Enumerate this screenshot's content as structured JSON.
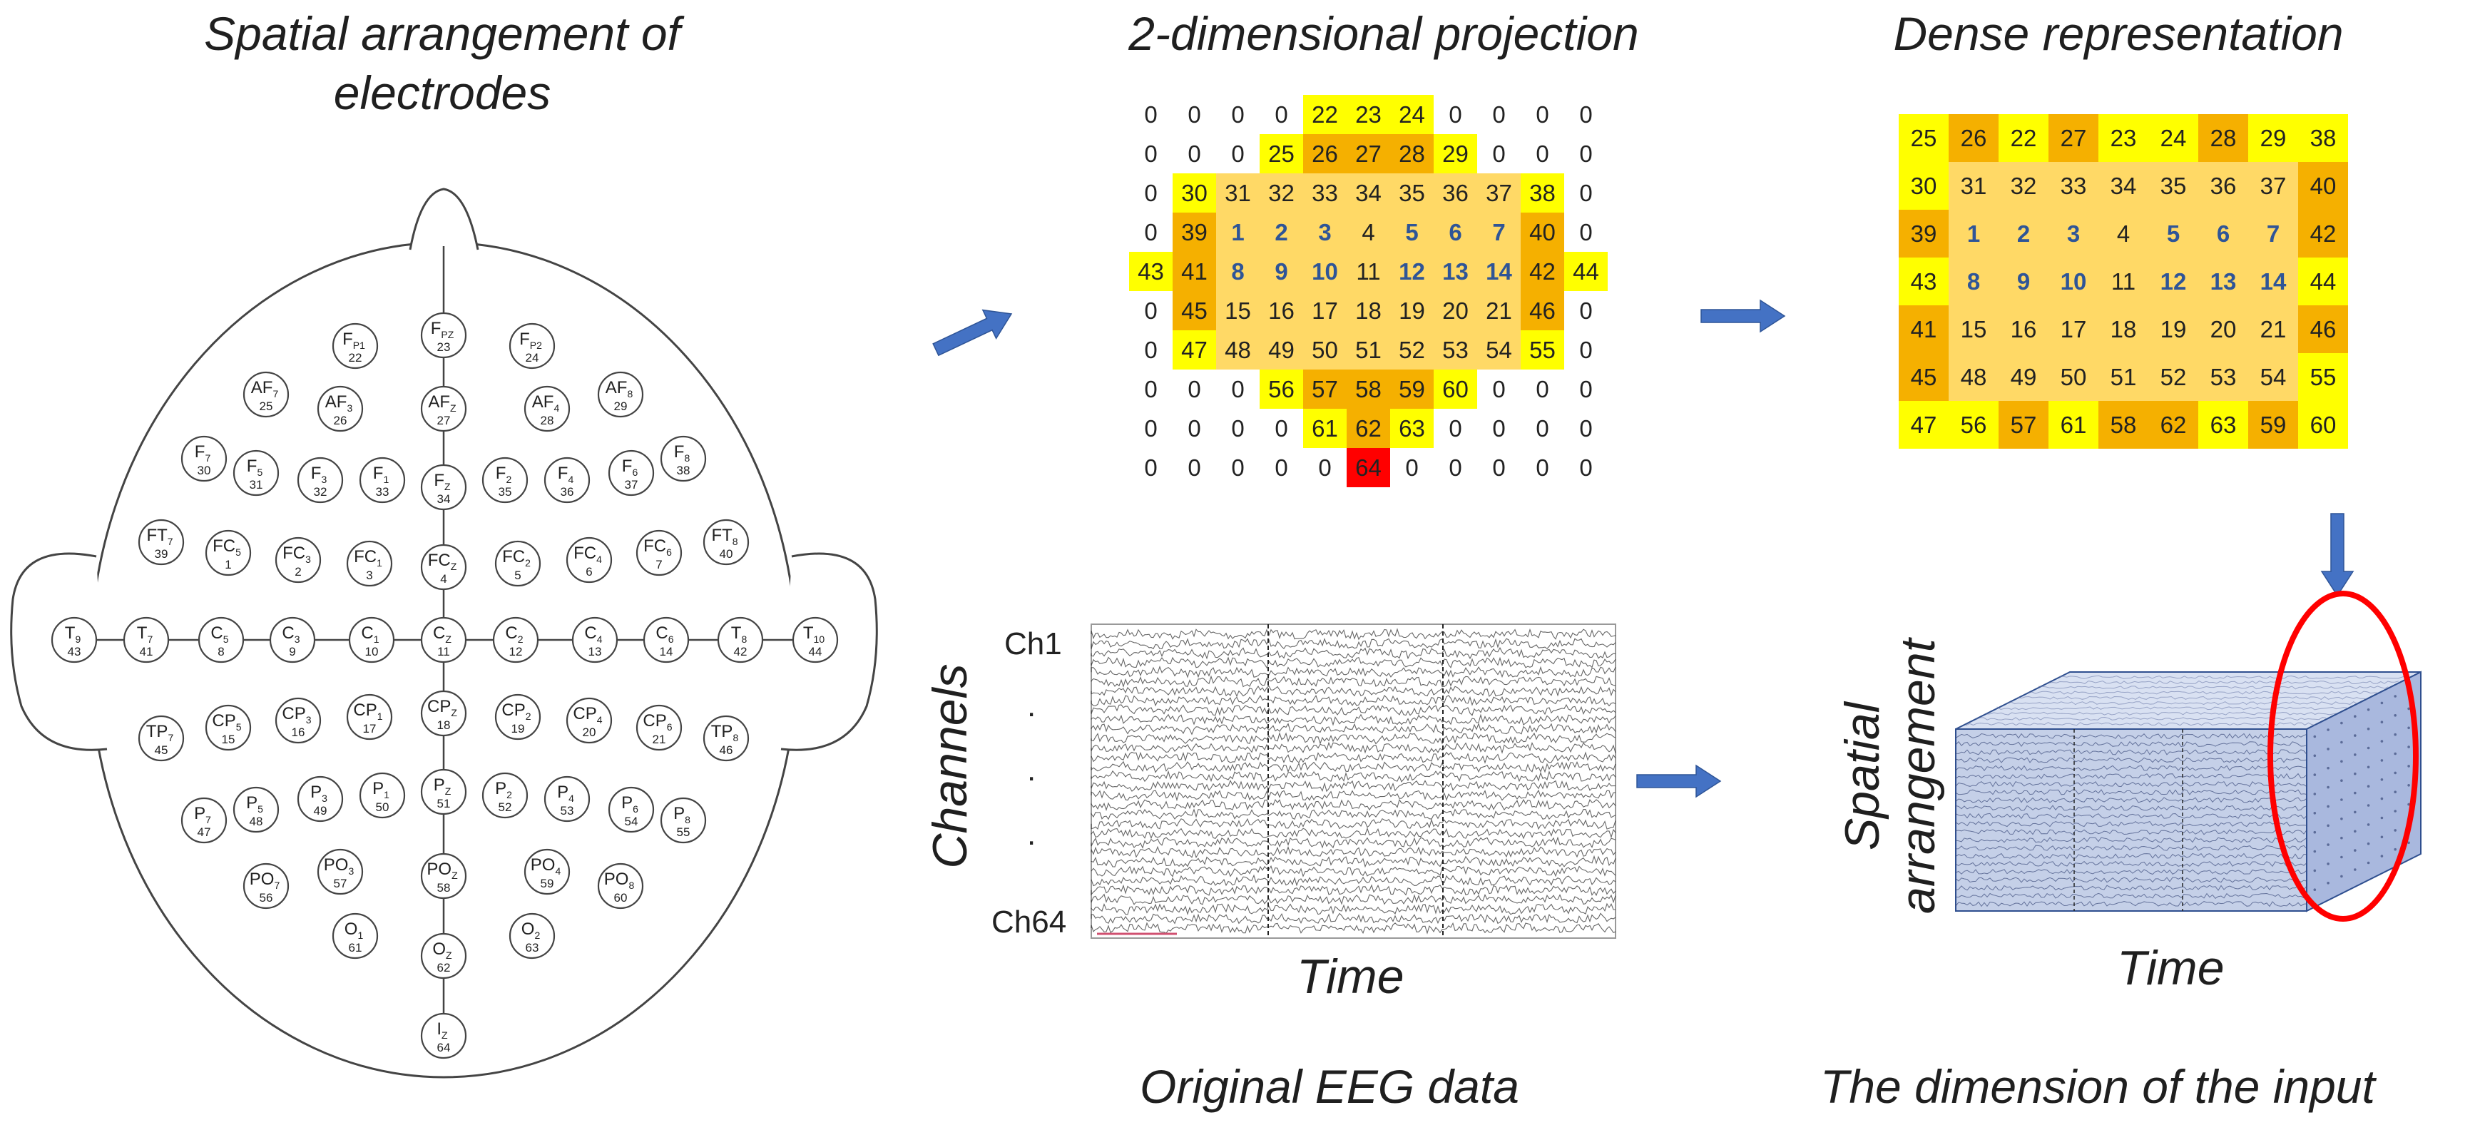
{
  "titles": {
    "spatial": "Spatial arrangement of\nelectrodes",
    "projection": "2-dimensional projection",
    "dense": "Dense representation",
    "original": "Original EEG data",
    "dimension": "The dimension of the input"
  },
  "axis": {
    "channels": "Channels",
    "time_eeg": "Time",
    "time_cube": "Time",
    "spatial_arrangement": "Spatial\narrangement",
    "ch_first": "Ch1",
    "ch_last": "Ch64",
    "dot": "."
  },
  "colors": {
    "yellow": "#ffff00",
    "light_orange": "#ffd966",
    "orange": "#f4b183",
    "dark_orange": "#f5b000",
    "red": "#ff0000",
    "arrow": "#4472c4",
    "ellipse": "#ff0000"
  },
  "projection_grid": {
    "rows": [
      [
        "0",
        "0",
        "0",
        "0",
        "22",
        "23",
        "24",
        "0",
        "0",
        "0",
        "0"
      ],
      [
        "0",
        "0",
        "0",
        "25",
        "26",
        "27",
        "28",
        "29",
        "0",
        "0",
        "0"
      ],
      [
        "0",
        "30",
        "31",
        "32",
        "33",
        "34",
        "35",
        "36",
        "37",
        "38",
        "0"
      ],
      [
        "0",
        "39",
        "1",
        "2",
        "3",
        "4",
        "5",
        "6",
        "7",
        "40",
        "0"
      ],
      [
        "43",
        "41",
        "8",
        "9",
        "10",
        "11",
        "12",
        "13",
        "14",
        "42",
        "44"
      ],
      [
        "0",
        "45",
        "15",
        "16",
        "17",
        "18",
        "19",
        "20",
        "21",
        "46",
        "0"
      ],
      [
        "0",
        "47",
        "48",
        "49",
        "50",
        "51",
        "52",
        "53",
        "54",
        "55",
        "0"
      ],
      [
        "0",
        "0",
        "0",
        "56",
        "57",
        "58",
        "59",
        "60",
        "0",
        "0",
        "0"
      ],
      [
        "0",
        "0",
        "0",
        "0",
        "61",
        "62",
        "63",
        "0",
        "0",
        "0",
        "0"
      ],
      [
        "0",
        "0",
        "0",
        "0",
        "0",
        "64",
        "0",
        "0",
        "0",
        "0",
        "0"
      ]
    ],
    "fills": [
      [
        "w",
        "w",
        "w",
        "w",
        "y",
        "y",
        "y",
        "w",
        "w",
        "w",
        "w"
      ],
      [
        "w",
        "w",
        "w",
        "y",
        "o",
        "o",
        "o",
        "y",
        "w",
        "w",
        "w"
      ],
      [
        "w",
        "y",
        "l",
        "l",
        "l",
        "l",
        "l",
        "l",
        "l",
        "y",
        "w"
      ],
      [
        "w",
        "o",
        "l",
        "l",
        "l",
        "l",
        "l",
        "l",
        "l",
        "o",
        "w"
      ],
      [
        "y",
        "o",
        "l",
        "l",
        "l",
        "l",
        "l",
        "l",
        "l",
        "o",
        "y"
      ],
      [
        "w",
        "o",
        "l",
        "l",
        "l",
        "l",
        "l",
        "l",
        "l",
        "o",
        "w"
      ],
      [
        "w",
        "y",
        "l",
        "l",
        "l",
        "l",
        "l",
        "l",
        "l",
        "y",
        "w"
      ],
      [
        "w",
        "w",
        "w",
        "y",
        "o",
        "o",
        "o",
        "y",
        "w",
        "w",
        "w"
      ],
      [
        "w",
        "w",
        "w",
        "w",
        "y",
        "o",
        "y",
        "w",
        "w",
        "w",
        "w"
      ],
      [
        "w",
        "w",
        "w",
        "w",
        "w",
        "r",
        "w",
        "w",
        "w",
        "w",
        "w"
      ]
    ]
  },
  "dense_grid": {
    "rows": [
      [
        "25",
        "26",
        "22",
        "27",
        "23",
        "24",
        "28",
        "29",
        "38"
      ],
      [
        "30",
        "31",
        "32",
        "33",
        "34",
        "35",
        "36",
        "37",
        "40"
      ],
      [
        "39",
        "1",
        "2",
        "3",
        "4",
        "5",
        "6",
        "7",
        "42"
      ],
      [
        "43",
        "8",
        "9",
        "10",
        "11",
        "12",
        "13",
        "14",
        "44"
      ],
      [
        "41",
        "15",
        "16",
        "17",
        "18",
        "19",
        "20",
        "21",
        "46"
      ],
      [
        "45",
        "48",
        "49",
        "50",
        "51",
        "52",
        "53",
        "54",
        "55"
      ],
      [
        "47",
        "56",
        "57",
        "61",
        "58",
        "62",
        "63",
        "59",
        "60"
      ]
    ],
    "fills": [
      [
        "y",
        "o",
        "y",
        "o",
        "y",
        "y",
        "o",
        "y",
        "y"
      ],
      [
        "y",
        "l",
        "l",
        "l",
        "l",
        "l",
        "l",
        "l",
        "o"
      ],
      [
        "o",
        "l",
        "l",
        "l",
        "l",
        "l",
        "l",
        "l",
        "o"
      ],
      [
        "y",
        "l",
        "l",
        "l",
        "l",
        "l",
        "l",
        "l",
        "y"
      ],
      [
        "o",
        "l",
        "l",
        "l",
        "l",
        "l",
        "l",
        "l",
        "o"
      ],
      [
        "o",
        "l",
        "l",
        "l",
        "l",
        "l",
        "l",
        "l",
        "y"
      ],
      [
        "y",
        "y",
        "o",
        "y",
        "o",
        "o",
        "y",
        "o",
        "y"
      ]
    ]
  },
  "electrodes": [
    {
      "name": "F",
      "sub": "P1",
      "num": "22"
    },
    {
      "name": "F",
      "sub": "PZ",
      "num": "23"
    },
    {
      "name": "F",
      "sub": "P2",
      "num": "24"
    },
    {
      "name": "AF",
      "sub": "7",
      "num": "25"
    },
    {
      "name": "AF",
      "sub": "3",
      "num": "26"
    },
    {
      "name": "AF",
      "sub": "Z",
      "num": "27"
    },
    {
      "name": "AF",
      "sub": "4",
      "num": "28"
    },
    {
      "name": "AF",
      "sub": "8",
      "num": "29"
    },
    {
      "name": "F",
      "sub": "7",
      "num": "30"
    },
    {
      "name": "F",
      "sub": "5",
      "num": "31"
    },
    {
      "name": "F",
      "sub": "3",
      "num": "32"
    },
    {
      "name": "F",
      "sub": "1",
      "num": "33"
    },
    {
      "name": "F",
      "sub": "Z",
      "num": "34"
    },
    {
      "name": "F",
      "sub": "2",
      "num": "35"
    },
    {
      "name": "F",
      "sub": "4",
      "num": "36"
    },
    {
      "name": "F",
      "sub": "6",
      "num": "37"
    },
    {
      "name": "F",
      "sub": "8",
      "num": "38"
    },
    {
      "name": "FT",
      "sub": "7",
      "num": "39"
    },
    {
      "name": "FC",
      "sub": "5",
      "num": "1"
    },
    {
      "name": "FC",
      "sub": "3",
      "num": "2"
    },
    {
      "name": "FC",
      "sub": "1",
      "num": "3"
    },
    {
      "name": "FC",
      "sub": "Z",
      "num": "4"
    },
    {
      "name": "FC",
      "sub": "2",
      "num": "5"
    },
    {
      "name": "FC",
      "sub": "4",
      "num": "6"
    },
    {
      "name": "FC",
      "sub": "6",
      "num": "7"
    },
    {
      "name": "FT",
      "sub": "8",
      "num": "40"
    },
    {
      "name": "T",
      "sub": "9",
      "num": "43"
    },
    {
      "name": "T",
      "sub": "7",
      "num": "41"
    },
    {
      "name": "C",
      "sub": "5",
      "num": "8"
    },
    {
      "name": "C",
      "sub": "3",
      "num": "9"
    },
    {
      "name": "C",
      "sub": "1",
      "num": "10"
    },
    {
      "name": "C",
      "sub": "Z",
      "num": "11"
    },
    {
      "name": "C",
      "sub": "2",
      "num": "12"
    },
    {
      "name": "C",
      "sub": "4",
      "num": "13"
    },
    {
      "name": "C",
      "sub": "6",
      "num": "14"
    },
    {
      "name": "T",
      "sub": "8",
      "num": "42"
    },
    {
      "name": "T",
      "sub": "10",
      "num": "44"
    },
    {
      "name": "TP",
      "sub": "7",
      "num": "45"
    },
    {
      "name": "CP",
      "sub": "5",
      "num": "15"
    },
    {
      "name": "CP",
      "sub": "3",
      "num": "16"
    },
    {
      "name": "CP",
      "sub": "1",
      "num": "17"
    },
    {
      "name": "CP",
      "sub": "Z",
      "num": "18"
    },
    {
      "name": "CP",
      "sub": "2",
      "num": "19"
    },
    {
      "name": "CP",
      "sub": "4",
      "num": "20"
    },
    {
      "name": "CP",
      "sub": "6",
      "num": "21"
    },
    {
      "name": "TP",
      "sub": "8",
      "num": "46"
    },
    {
      "name": "P",
      "sub": "7",
      "num": "47"
    },
    {
      "name": "P",
      "sub": "5",
      "num": "48"
    },
    {
      "name": "P",
      "sub": "3",
      "num": "49"
    },
    {
      "name": "P",
      "sub": "1",
      "num": "50"
    },
    {
      "name": "P",
      "sub": "Z",
      "num": "51"
    },
    {
      "name": "P",
      "sub": "2",
      "num": "52"
    },
    {
      "name": "P",
      "sub": "4",
      "num": "53"
    },
    {
      "name": "P",
      "sub": "6",
      "num": "54"
    },
    {
      "name": "P",
      "sub": "8",
      "num": "55"
    },
    {
      "name": "PO",
      "sub": "7",
      "num": "56"
    },
    {
      "name": "PO",
      "sub": "3",
      "num": "57"
    },
    {
      "name": "PO",
      "sub": "Z",
      "num": "58"
    },
    {
      "name": "PO",
      "sub": "4",
      "num": "59"
    },
    {
      "name": "PO",
      "sub": "8",
      "num": "60"
    },
    {
      "name": "O",
      "sub": "1",
      "num": "61"
    },
    {
      "name": "O",
      "sub": "Z",
      "num": "62"
    },
    {
      "name": "O",
      "sub": "2",
      "num": "63"
    },
    {
      "name": "I",
      "sub": "Z",
      "num": "64"
    }
  ]
}
